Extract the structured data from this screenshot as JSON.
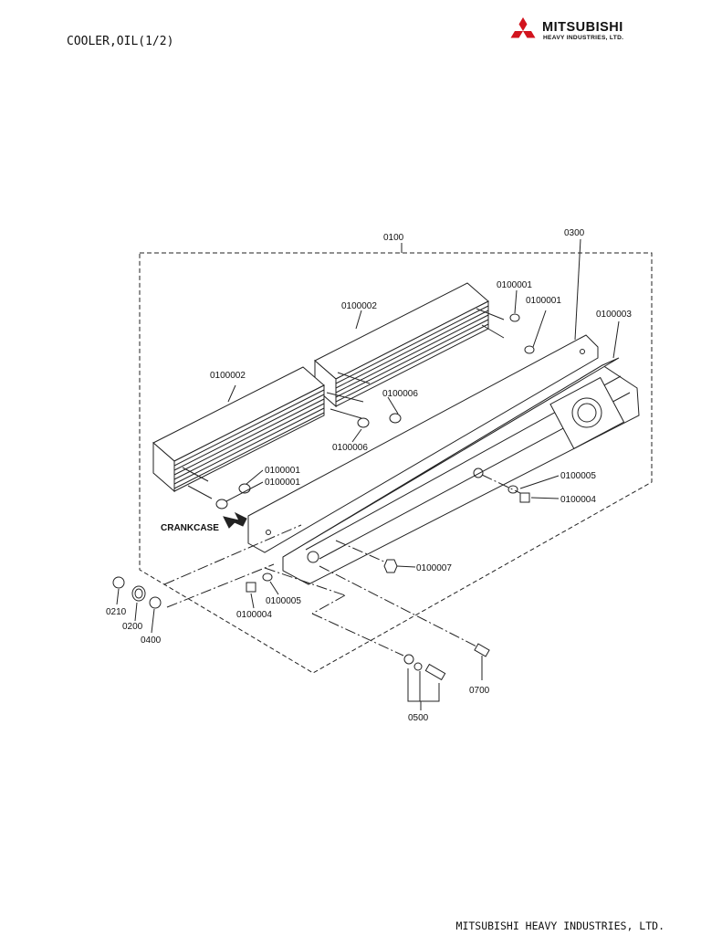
{
  "header": {
    "title": "COOLER,OIL(1/2)",
    "brand_name": "MITSUBISHI",
    "brand_sub": "HEAVY INDUSTRIES, LTD.",
    "brand_color": "#d2141e"
  },
  "footer": {
    "text": "MITSUBISHI HEAVY INDUSTRIES, LTD."
  },
  "diagram": {
    "annotation": "CRANKCASE",
    "callouts": {
      "p0100": "0100",
      "p0300": "0300",
      "p0100001_a": "0100001",
      "p0100001_b": "0100001",
      "p0100003": "0100003",
      "p0100002_a": "0100002",
      "p0100002_b": "0100002",
      "p0100006_a": "0100006",
      "p0100006_b": "0100006",
      "p0100001_c": "0100001",
      "p0100001_d": "0100001",
      "p0100005_a": "0100005",
      "p0100004_a": "0100004",
      "p0100007": "0100007",
      "p0100005_b": "0100005",
      "p0100004_b": "0100004",
      "p0210": "0210",
      "p0200": "0200",
      "p0400": "0400",
      "p0700": "0700",
      "p0500": "0500"
    }
  }
}
